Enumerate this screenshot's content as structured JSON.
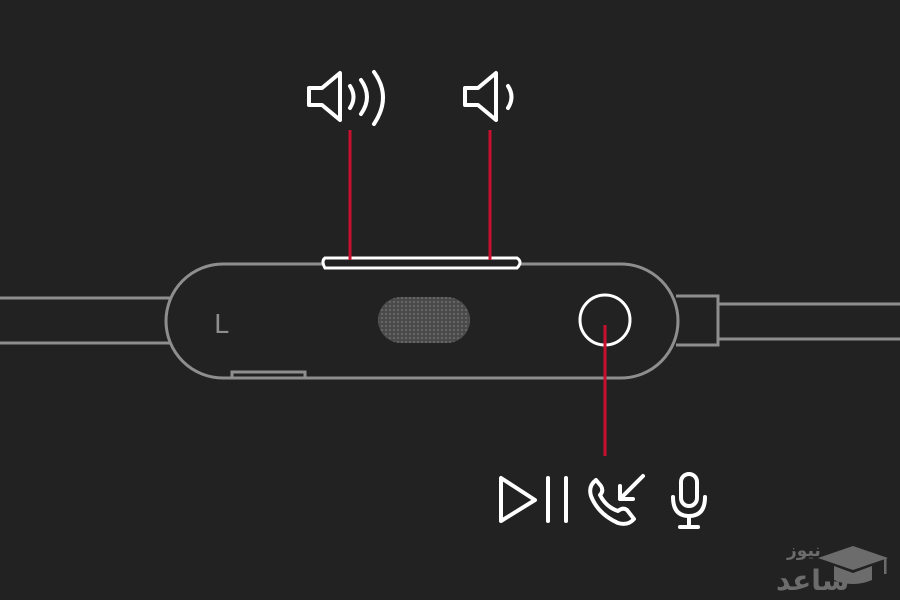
{
  "remote": {
    "side_label": "L"
  },
  "controls": {
    "volume_up_icon": "speaker-loud-icon",
    "volume_down_icon": "speaker-soft-icon",
    "center_button_icons": [
      "play-pause-icon",
      "answer-call-icon",
      "microphone-icon"
    ]
  },
  "colors": {
    "background": "#232222",
    "outline": "#8e8e8e",
    "accent": "#c8102e",
    "icon": "#ffffff"
  },
  "watermark": {
    "text_top": "نیوز",
    "text_main": "ساعد"
  }
}
